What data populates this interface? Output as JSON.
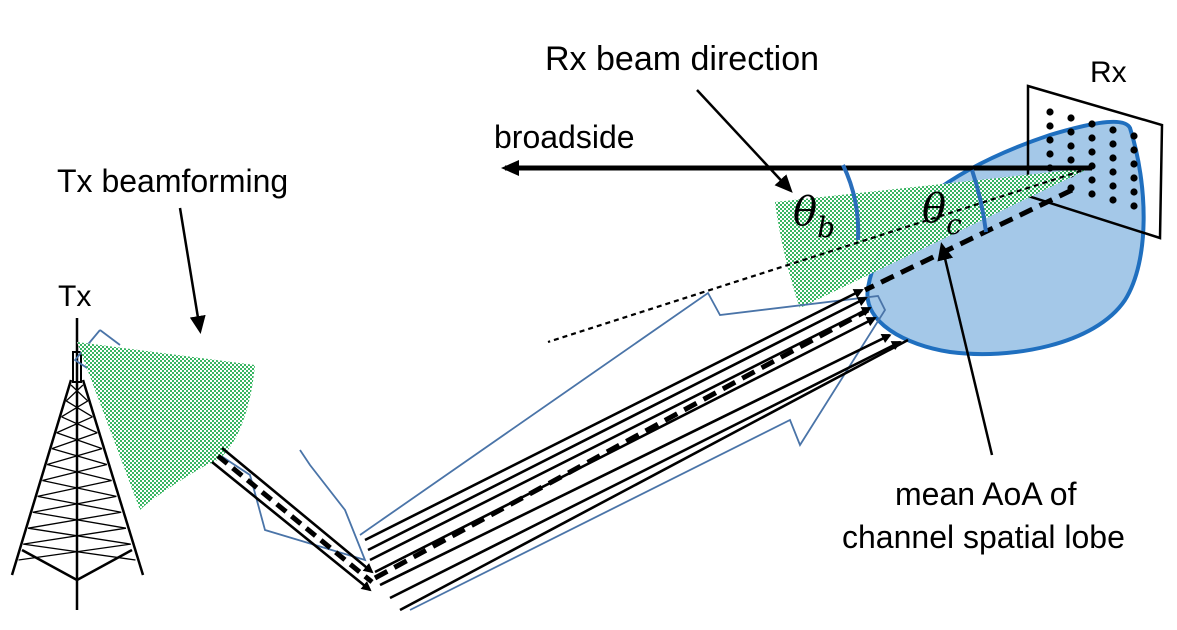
{
  "diagram": {
    "title": "Beamforming with Tx beam, reflected multipath cluster and Rx beam alignment",
    "labels": {
      "tx": "Tx",
      "rx": "Rx",
      "tx_beamforming": "Tx beamforming",
      "rx_beam_direction": "Rx beam direction",
      "broadside": "broadside",
      "theta_b": "θ",
      "theta_b_sub": "b",
      "theta_c": "θ",
      "theta_c_sub": "c",
      "mean_aoa_line1": "mean AoA of",
      "mean_aoa_line2": "channel spatial lobe"
    },
    "colors": {
      "beam_green": "#2eb15a",
      "lobe_fill": "#a4c8e8",
      "lobe_stroke": "#1f6fbf",
      "arc_blue": "#2a6ebb",
      "outline_blue": "#4a74a8",
      "ink": "#000000"
    },
    "rx_array": {
      "rows": 6,
      "cols": 5
    }
  }
}
